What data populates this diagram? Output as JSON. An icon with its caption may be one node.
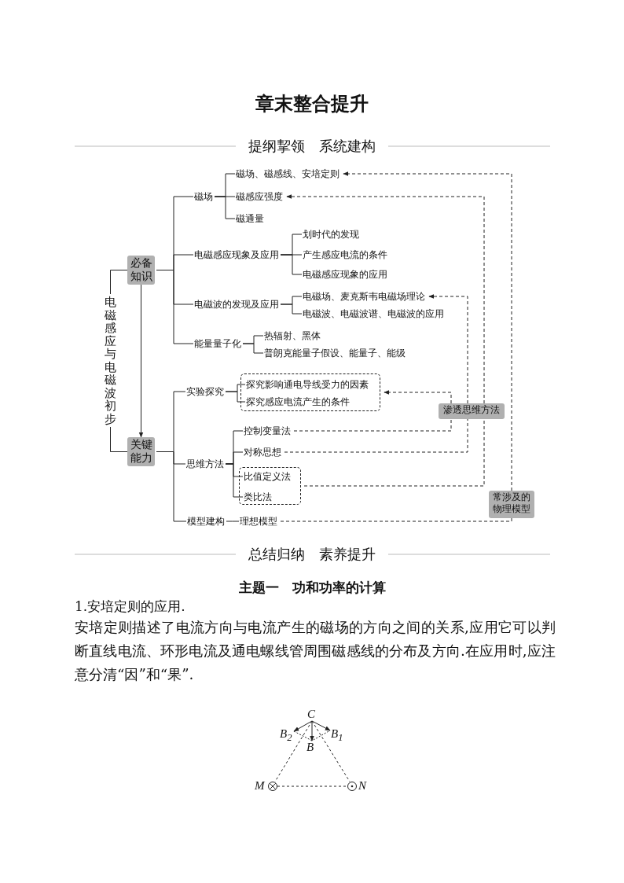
{
  "diagram": {
    "title": "章末整合提升",
    "nodes": [
      {
        "text": [
          "电磁感应与电磁波初步"
        ]
      },
      {
        "text": [
          "必备知识"
        ]
      },
      {
        "text": [
          "关键能力"
        ]
      },
      {
        "text": [
          "磁场"
        ]
      },
      {
        "text": [
          "磁场、磁感线、安培定则"
        ]
      },
      {
        "text": [
          "磁感应强度"
        ]
      },
      {
        "text": [
          "磁通量"
        ]
      },
      {
        "text": [
          "电磁感应现象及应用"
        ]
      },
      {
        "text": [
          "划时代的发现"
        ]
      },
      {
        "text": [
          "产生感应电流的条件"
        ]
      },
      {
        "text": [
          "电磁感应现象的应用"
        ]
      },
      {
        "text": [
          "电磁波的发现及应用"
        ]
      },
      {
        "text": [
          "电磁场、麦克斯韦电磁场理论"
        ]
      },
      {
        "text": [
          "电磁波、电磁波谱、电磁波的应用"
        ]
      },
      {
        "text": [
          "能量量子化"
        ]
      },
      {
        "text": [
          "热辐射、黑体"
        ]
      },
      {
        "text": [
          "普朗克能量子假设、能量子、能级"
        ]
      },
      {
        "text": [
          "实验探究"
        ]
      },
      {
        "text": [],
        "shape": "box"
      },
      {
        "text": [
          "探究影响通电导线受力的因素"
        ],
        "in": 18
      },
      {
        "text": [
          "探究感应电流产生的条件"
        ],
        "in": 18
      },
      {
        "text": [
          "思维方法"
        ]
      },
      {
        "text": [
          "控制变量法"
        ]
      },
      {
        "text": [
          "对称思想"
        ]
      },
      {
        "text": [],
        "shape": "box"
      },
      {
        "text": [
          "比值定义法"
        ],
        "in": 24
      },
      {
        "text": [
          "类比法"
        ],
        "in": 24
      },
      {
        "text": [
          "模型建构"
        ]
      },
      {
        "text": [
          "理想模型"
        ]
      },
      {
        "text": [
          "渗透思维方法"
        ]
      },
      {
        "text": [
          "常涉及的物理模型"
        ]
      }
    ],
    "edges": [
      {
        "from": 0,
        "to": 1,
        "arrow": "none"
      },
      {
        "from": 0,
        "to": 2,
        "arrow": "none"
      },
      {
        "from": 1,
        "to": 2,
        "arrow": "to"
      },
      {
        "from": 1,
        "to": 3,
        "arrow": "none"
      },
      {
        "from": 1,
        "to": 7,
        "arrow": "none"
      },
      {
        "from": 1,
        "to": 11,
        "arrow": "none"
      },
      {
        "from": 1,
        "to": 14,
        "arrow": "none"
      },
      {
        "from": 3,
        "to": 4,
        "arrow": "none"
      },
      {
        "from": 3,
        "to": 5,
        "arrow": "none"
      },
      {
        "from": 3,
        "to": 6,
        "arrow": "none"
      },
      {
        "from": 7,
        "to": 8,
        "arrow": "none"
      },
      {
        "from": 7,
        "to": 9,
        "arrow": "none"
      },
      {
        "from": 7,
        "to": 10,
        "arrow": "none"
      },
      {
        "from": 11,
        "to": 12,
        "arrow": "none"
      },
      {
        "from": 11,
        "to": 13,
        "arrow": "none"
      },
      {
        "from": 14,
        "to": 15,
        "arrow": "none"
      },
      {
        "from": 14,
        "to": 16,
        "arrow": "none"
      },
      {
        "from": 2,
        "to": 17,
        "arrow": "none"
      },
      {
        "from": 2,
        "to": 21,
        "arrow": "none"
      },
      {
        "from": 2,
        "to": 27,
        "arrow": "none"
      },
      {
        "from": 17,
        "to": 19,
        "arrow": "none"
      },
      {
        "from": 17,
        "to": 20,
        "arrow": "none"
      },
      {
        "from": 21,
        "to": 22,
        "arrow": "none"
      },
      {
        "from": 21,
        "to": 23,
        "arrow": "none"
      },
      {
        "from": 21,
        "to": 25,
        "arrow": "none"
      },
      {
        "from": 21,
        "to": 26,
        "arrow": "none"
      },
      {
        "from": 27,
        "to": 28,
        "arrow": "none"
      },
      {
        "from": 22,
        "to": 29,
        "arrow": "none",
        "style": "dashed"
      },
      {
        "from": 29,
        "to": 18,
        "arrow": "to",
        "style": "dashed"
      },
      {
        "from": 23,
        "to": 29,
        "arrow": "none",
        "style": "dashed"
      },
      {
        "from": 29,
        "to": 12,
        "arrow": "to",
        "style": "dashed"
      },
      {
        "from": 24,
        "to": 29,
        "arrow": "none",
        "style": "dashed"
      },
      {
        "from": 29,
        "to": 5,
        "arrow": "to",
        "style": "dashed"
      },
      {
        "from": 28,
        "to": 30,
        "arrow": "none",
        "style": "dashed"
      },
      {
        "from": 30,
        "to": 4,
        "arrow": "to",
        "style": "dashed"
      }
    ],
    "labels": [
      "提纲挈领　系统建构",
      "总结归纳　素养提升",
      "主题一　功和功率的计算",
      "1.安培定则的应用.",
      "安培定则描述了电流方向与电流产生的磁场的方向之间的关系,应用它可以判断直线电流、环形电流及通电螺线管周围磁感线的分布及方向.在应用时,应注意分清“因”和“果”.",
      "C",
      "B$_{2}$",
      "B",
      "B$_{1}$",
      "M",
      "N"
    ]
  }
}
